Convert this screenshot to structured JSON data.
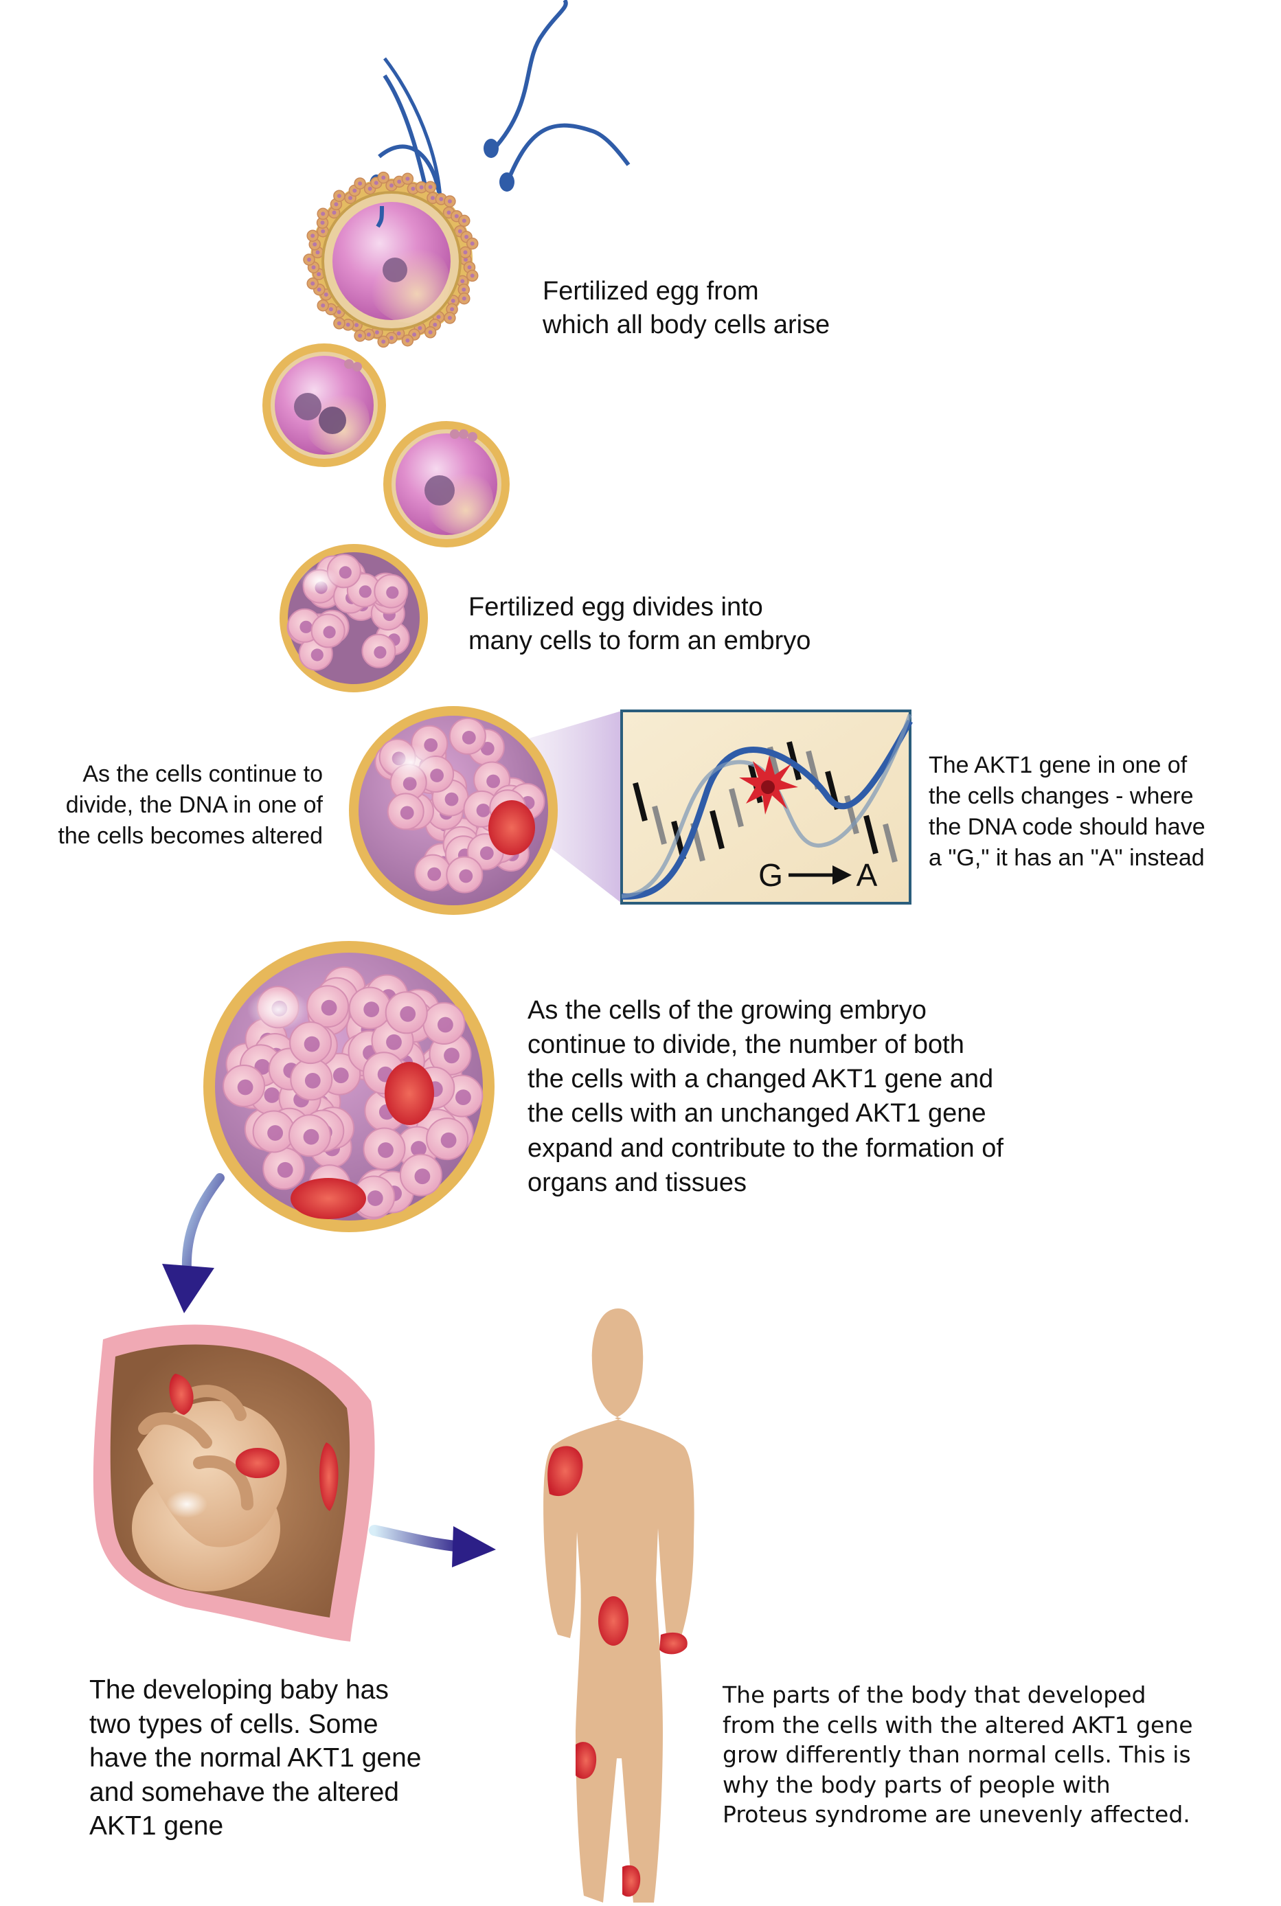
{
  "labels": {
    "fertilized_egg": [
      "Fertilized egg from",
      "which all body cells arise"
    ],
    "divides": [
      "Fertilized egg divides into",
      "many cells to form an embryo"
    ],
    "dna_altered": [
      "As the cells continue to",
      "divide, the DNA in one of",
      "the cells becomes altered"
    ],
    "akt1_change": [
      "The AKT1 gene in one of",
      "the cells changes - where",
      "the DNA code should have",
      "a \"G,\" it has an \"A\" instead"
    ],
    "growing_embryo": [
      "As the cells of the growing embryo",
      "continue to divide, the number of both",
      "the cells with a changed AKT1 gene and",
      "the cells with an unchanged AKT1 gene",
      "expand and contribute to the formation of",
      "organs and tissues"
    ],
    "developing_baby": [
      "The developing baby has",
      "two types of cells. Some",
      "have the normal AKT1 gene",
      "and somehave the altered",
      "AKT1 gene"
    ],
    "body_parts": [
      "The parts of the body that developed",
      "from the cells with the altered AKT1 gene",
      "grow differently than normal cells. This is",
      "why the body parts of people with",
      "Proteus syndrome are unevenly affected."
    ]
  },
  "dna_inset": {
    "from_base": "G",
    "to_base": "A"
  },
  "colors": {
    "zona": "#e7b85a",
    "cell_pink": "#d77cc0",
    "nucleus": "#7d5a86",
    "sperm": "#2f5ca8",
    "mutation": "#d9252f",
    "skin": "#e8bf97",
    "arrow": "#3a2d8c"
  }
}
